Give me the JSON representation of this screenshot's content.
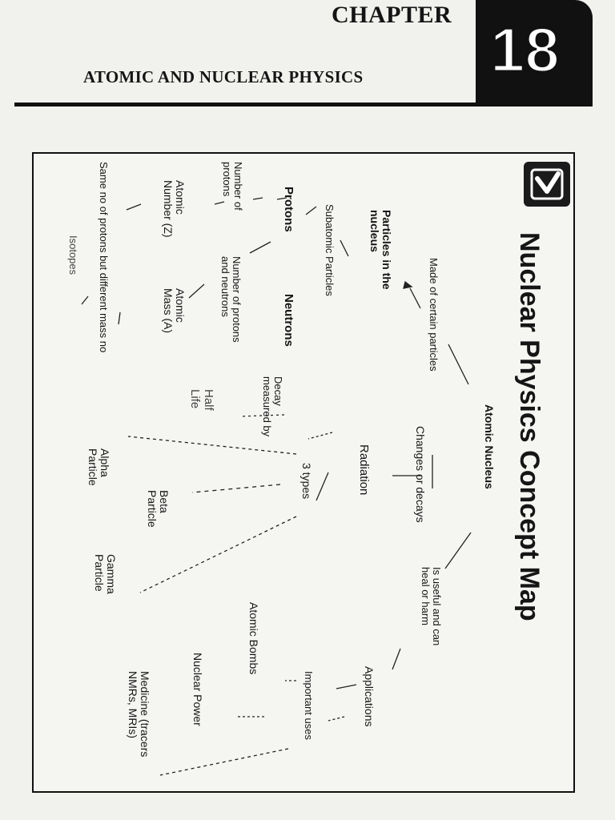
{
  "chapter": {
    "label": "CHAPTER",
    "number": "18",
    "title": "ATOMIC AND NUCLEAR PHYSICS"
  },
  "concept_map": {
    "title": "Nuclear Physics Concept Map",
    "checkbox_icon": "checkmark-box-icon",
    "nodes": {
      "atomic_nucleus": "Atomic Nucleus",
      "made_of_particles": "Made of certain particles",
      "particles_in_nucleus": "Particles in the\nnucleus",
      "subatomic_particles": "Subatomic Particles",
      "protons": "Protons",
      "neutrons": "Neutrons",
      "number_of_protons": "Number of\nprotons",
      "number_of_protons_neutrons": "Number of protons\nand neutrons",
      "atomic_number": "Atomic\nNumber (Z)",
      "atomic_mass": "Atomic\nMass (A)",
      "isotopes_def": "Same no of protons but different mass no",
      "isotopes": "Isotopes",
      "changes_or_decays": "Changes or decays",
      "radiation": "Radiation",
      "decay_measured_by": "Decay\nmeasured by",
      "half_life": "Half\nLife",
      "three_types": "3 types",
      "alpha": "Alpha\nParticle",
      "beta": "Beta\nParticle",
      "gamma": "Gamma\nParticle",
      "useful_heal_harm": "Is useful and can\nheal or harm",
      "applications": "Applications",
      "important_uses": "Important uses",
      "atomic_bombs": "Atomic Bombs",
      "nuclear_power": "Nuclear Power",
      "medicine": "Medicine (tracers\nNMRs, MRIs)"
    }
  }
}
